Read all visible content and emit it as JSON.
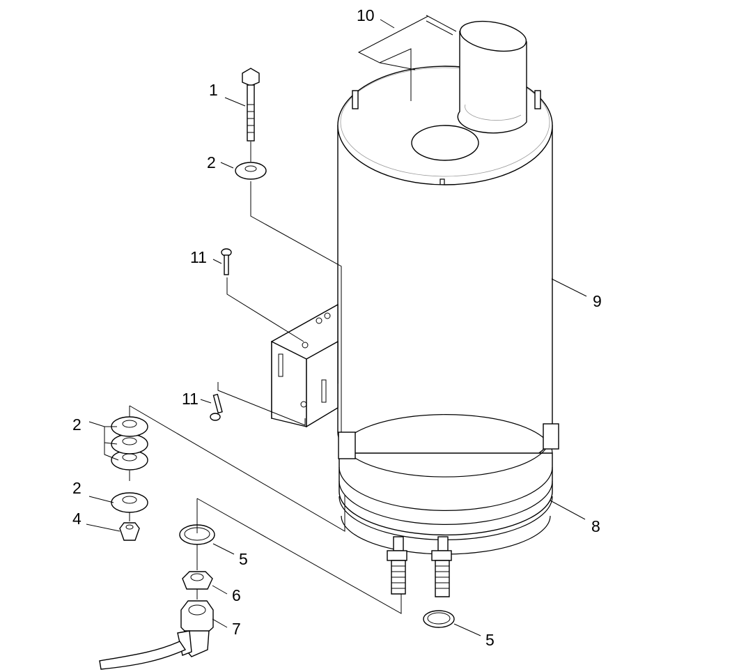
{
  "callouts": {
    "c10": "10",
    "c1": "1",
    "c2a": "2",
    "c11a": "11",
    "c9": "9",
    "c11b": "11",
    "c2b": "2",
    "c2c": "2",
    "c4": "4",
    "c5a": "5",
    "c6": "6",
    "c7": "7",
    "c8": "8",
    "c5b": "5"
  }
}
